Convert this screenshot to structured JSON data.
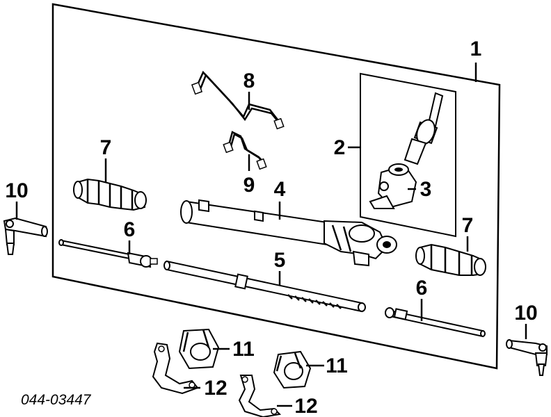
{
  "diagram": {
    "catalog_number": "044-03447",
    "callouts": [
      {
        "id": "c1",
        "label": "1"
      },
      {
        "id": "c2",
        "label": "2"
      },
      {
        "id": "c3",
        "label": "3"
      },
      {
        "id": "c4",
        "label": "4"
      },
      {
        "id": "c5",
        "label": "5"
      },
      {
        "id": "c6a",
        "label": "6"
      },
      {
        "id": "c6b",
        "label": "6"
      },
      {
        "id": "c7a",
        "label": "7"
      },
      {
        "id": "c7b",
        "label": "7"
      },
      {
        "id": "c8",
        "label": "8"
      },
      {
        "id": "c9",
        "label": "9"
      },
      {
        "id": "c10a",
        "label": "10"
      },
      {
        "id": "c10b",
        "label": "10"
      },
      {
        "id": "c11a",
        "label": "11"
      },
      {
        "id": "c11b",
        "label": "11"
      },
      {
        "id": "c12a",
        "label": "12"
      },
      {
        "id": "c12b",
        "label": "12"
      }
    ]
  }
}
